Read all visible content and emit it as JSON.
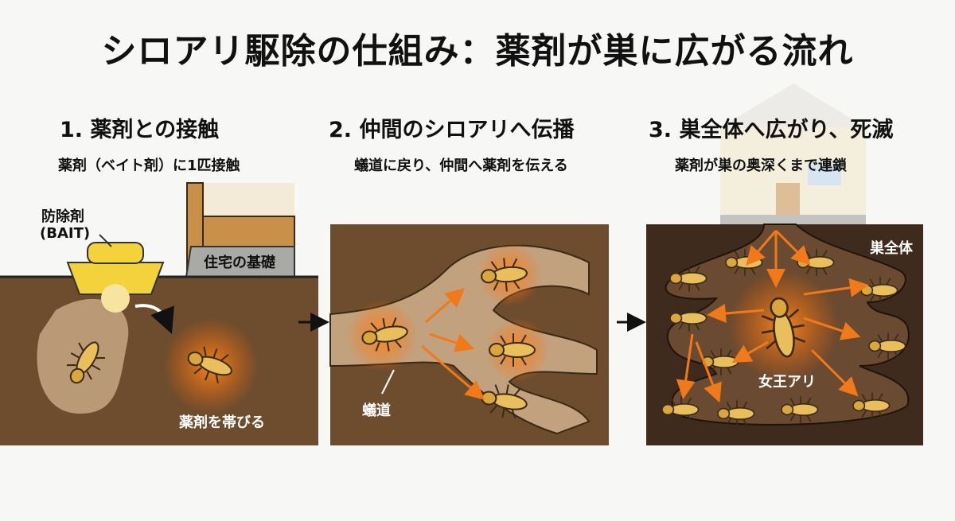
{
  "title": "シロアリ駆除の仕組み：薬剤が巣に広がる流れ",
  "steps": [
    {
      "heading": "1. 薬剤との接触",
      "subtitle": "薬剤（ベイト剤）に1匹接触",
      "labels": {
        "bait": "防除剤",
        "bait_en": "(BAIT)",
        "foundation": "住宅の基礎",
        "coated": "薬剤を帯びる"
      }
    },
    {
      "heading": "2. 仲間のシロアリへ伝播",
      "subtitle": "蟻道に戻り、仲間へ薬剤を伝える",
      "labels": {
        "tunnel": "蟻道"
      }
    },
    {
      "heading": "3. 巣全体へ広がり、死滅",
      "subtitle": "薬剤が巣の奥深くまで連鎖",
      "labels": {
        "nest": "巣全体",
        "queen": "女王アリ"
      }
    }
  ],
  "colors": {
    "soil": "#6e4d2e",
    "nest_soil": "#3e2b1d",
    "tunnel": "#c2a27e",
    "glow": "#f07a1a",
    "termite": "#e8bf5c",
    "bait": "#f3d23c"
  }
}
